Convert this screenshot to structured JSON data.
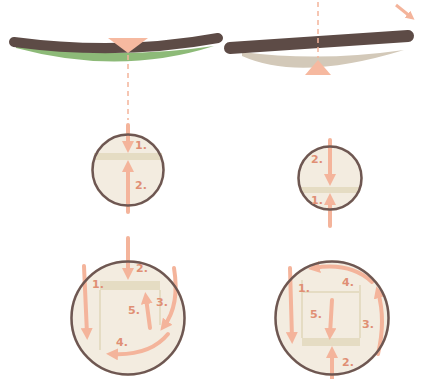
{
  "diagram": {
    "nodes": [
      {
        "text": [
          "1.",
          "2."
        ]
      },
      {
        "text": [
          "2.",
          "1."
        ]
      },
      {
        "text": [
          "1.",
          "2.",
          "3.",
          "4.",
          "5."
        ]
      },
      {
        "text": [
          "1.",
          "2.",
          "3.",
          "4.",
          "5."
        ]
      }
    ]
  }
}
